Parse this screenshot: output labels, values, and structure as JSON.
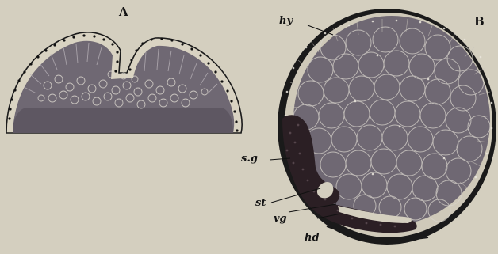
{
  "figure": {
    "panels": [
      {
        "letter": "A"
      },
      {
        "letter": "B"
      }
    ],
    "labels": {
      "hy": "hy",
      "sg": "s.g",
      "st": "st",
      "vg": "vg",
      "hd": "hd"
    }
  },
  "colors": {
    "paper": "#d4cfbf",
    "tissue": "#6f6873",
    "dark_tissue": "#2b1f24",
    "outline": "#161616",
    "cell": "#e6e3da"
  }
}
